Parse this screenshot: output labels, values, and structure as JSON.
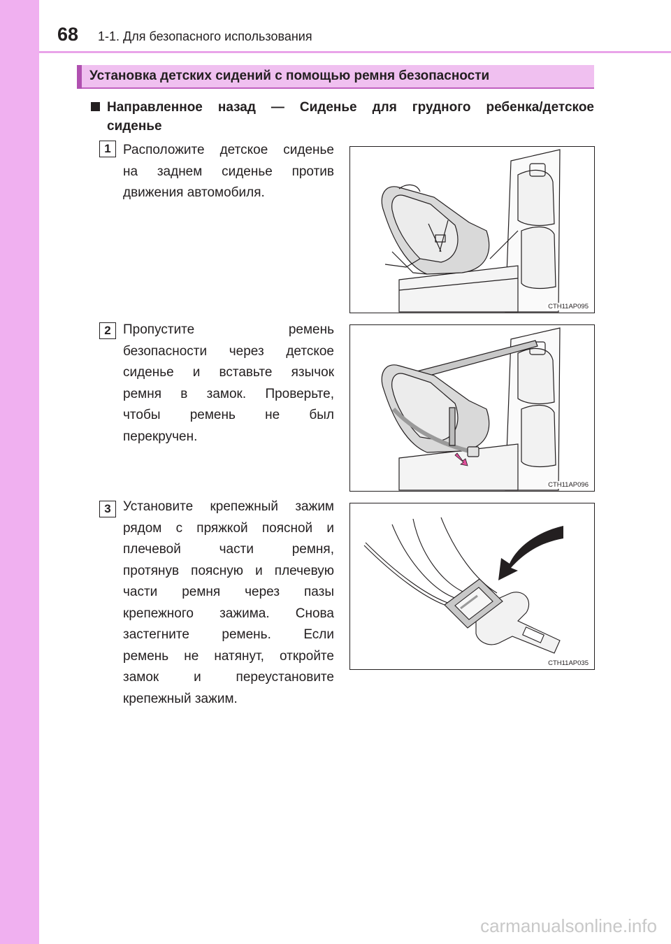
{
  "header": {
    "page_number": "68",
    "chapter": "1-1. Для безопасного использования"
  },
  "section": {
    "title": "Установка детских сидений с помощью ремня безопасности"
  },
  "subheading": {
    "line1": "Направленное назад — Сиденье для грудного ребенка/детское",
    "line2": "сиденье"
  },
  "steps": [
    {
      "number": "1",
      "lines": [
        "Расположите детское сиденье",
        "на заднем сиденье против",
        "движения автомобиля."
      ],
      "figure_code": "CTH11AP095"
    },
    {
      "number": "2",
      "lines": [
        "Пропустите ремень",
        "безопасности через детское",
        "сиденье и вставьте язычок",
        "ремня в замок. Проверьте,",
        "чтобы ремень не был",
        "перекручен."
      ],
      "figure_code": "CTH11AP096"
    },
    {
      "number": "3",
      "lines": [
        "Установите крепежный зажим",
        "рядом с пряжкой поясной и",
        "плечевой части ремня,",
        "протянув поясную и плечевую",
        "части ремня через пазы",
        "крепежного зажима. Снова",
        "застегните ремень. Если",
        "ремень не натянут, откройте",
        "замок и переустановите",
        "крепежный зажим."
      ],
      "figure_code": "CTH11AP035"
    }
  ],
  "watermark": "carmanualsonline.info",
  "colors": {
    "side_strip": "#f0b0f0",
    "banner": "#f0c0f0",
    "accent": "#b050b0",
    "arrow_pink": "#e0509a"
  }
}
